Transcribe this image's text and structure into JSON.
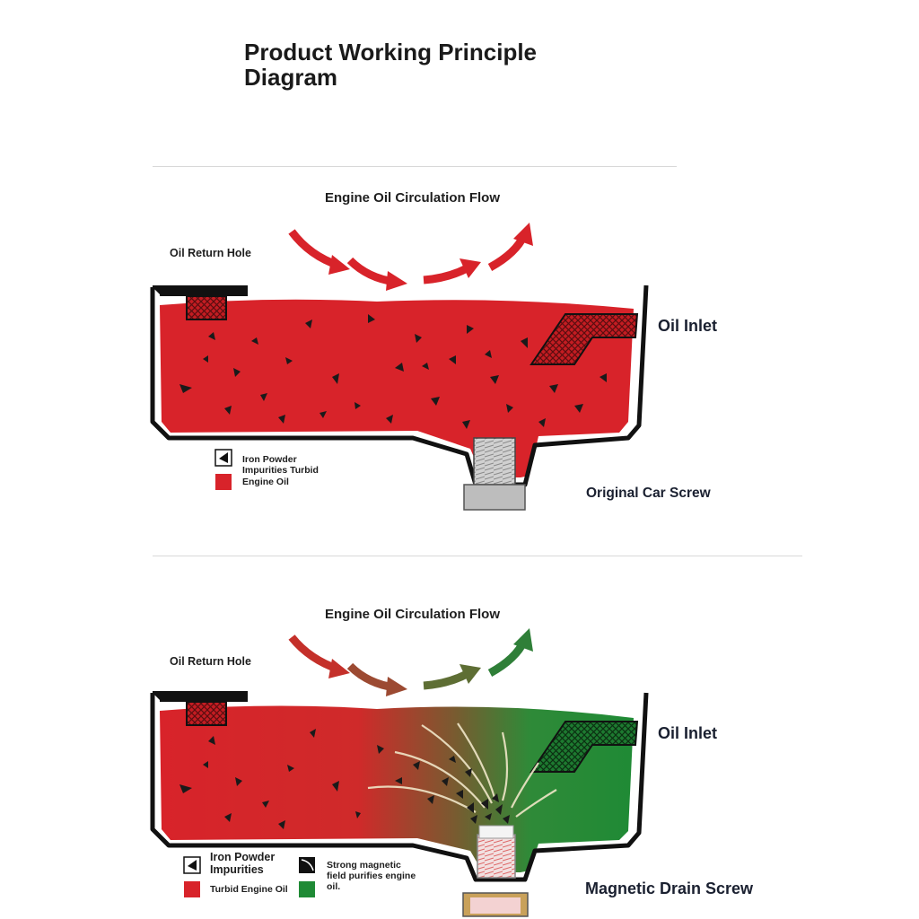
{
  "title": "Product Working Principle Diagram",
  "top": {
    "flow_label": "Engine Oil Circulation Flow",
    "return_hole_label": "Oil Return Hole",
    "oil_inlet_label": "Oil Inlet",
    "screw_label": "Original Car Screw",
    "legend": {
      "iron_powder": "Iron Powder Impurities Turbid",
      "engine_oil": "Engine Oil"
    }
  },
  "bottom": {
    "flow_label": "Engine Oil Circulation Flow",
    "return_hole_label": "Oil Return Hole",
    "oil_inlet_label": "Oil Inlet",
    "screw_label": "Magnetic Drain Screw",
    "legend": {
      "iron_powder": "Iron Powder Impurities",
      "turbid_oil": "Turbid Engine Oil",
      "magnetic_field": "Strong magnetic field purifies engine oil."
    }
  },
  "colors": {
    "oil_red": "#d8232a",
    "oil_green": "#1f8a35",
    "outline": "#111111",
    "screw_gray": "#bdbdbd"
  }
}
